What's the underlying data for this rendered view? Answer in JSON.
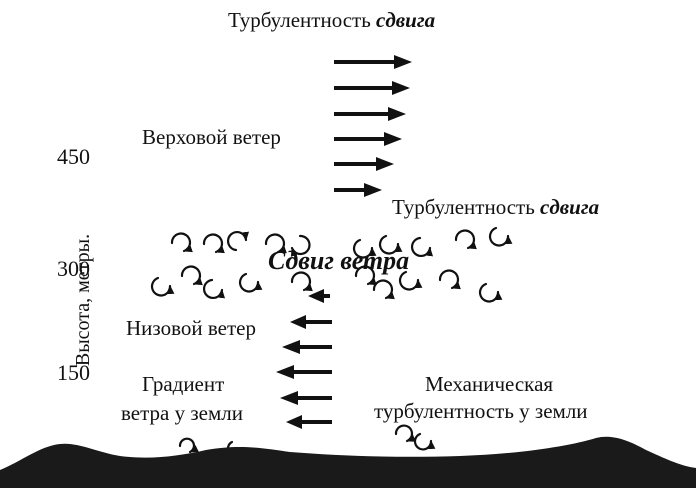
{
  "title": {
    "plain": "Турбулентность ",
    "emphasis": "сдвига"
  },
  "labels": {
    "upper_wind": "Верховой ветер",
    "shear_turbulence_plain": "Турбулентность ",
    "shear_turbulence_emphasis": "сдвига",
    "wind_shear": "Сдвиг ветра",
    "lower_wind": "Низовой ветер",
    "gradient_line1": "Градиент",
    "gradient_line2": "ветра у земли",
    "mech_line1": "Механическая",
    "mech_line2": "турбулентность у земли"
  },
  "y_axis": {
    "label": "Высота, метры.",
    "ticks": [
      "450",
      "300",
      "150"
    ]
  },
  "colors": {
    "ink": "#111111",
    "ground": "#1a1a1a",
    "background": "#ffffff"
  }
}
